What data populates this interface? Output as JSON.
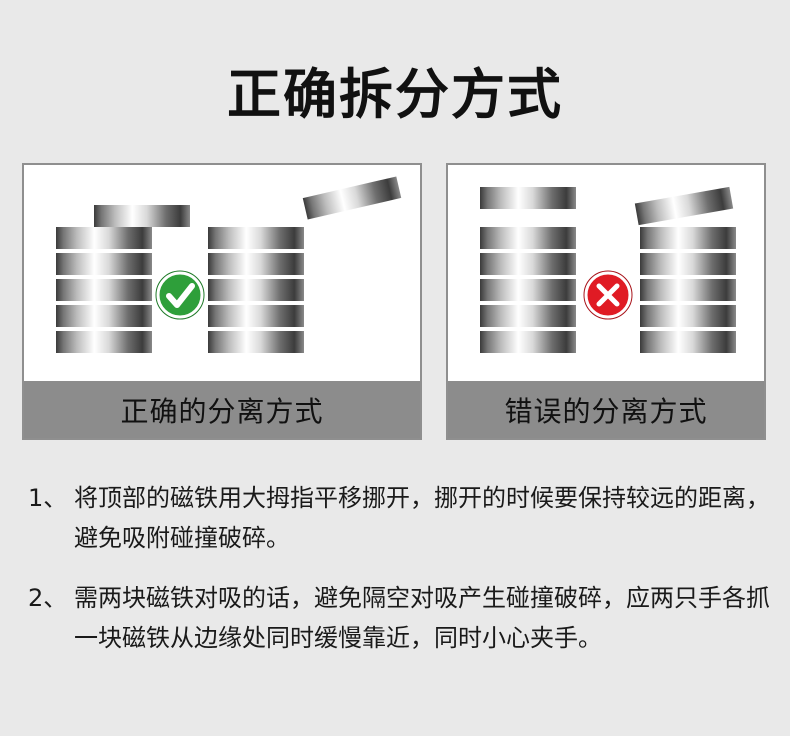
{
  "title": "正确拆分方式",
  "panels": {
    "correct": {
      "caption": "正确的分离方式",
      "status_icon": "check-icon",
      "status_color": "#2e9f3a"
    },
    "wrong": {
      "caption": "错误的分离方式",
      "status_icon": "cross-icon",
      "status_color": "#e01b24"
    }
  },
  "notes": [
    {
      "number": "1、",
      "text": "将顶部的磁铁用大拇指平移挪开，挪开的时候要保持较远的距离，避免吸附碰撞破碎。"
    },
    {
      "number": "2、",
      "text": "需两块磁铁对吸的话，避免隔空对吸产生碰撞破碎，应两只手各抓一块磁铁从边缘处同时缓慢靠近，同时小心夹手。"
    }
  ]
}
